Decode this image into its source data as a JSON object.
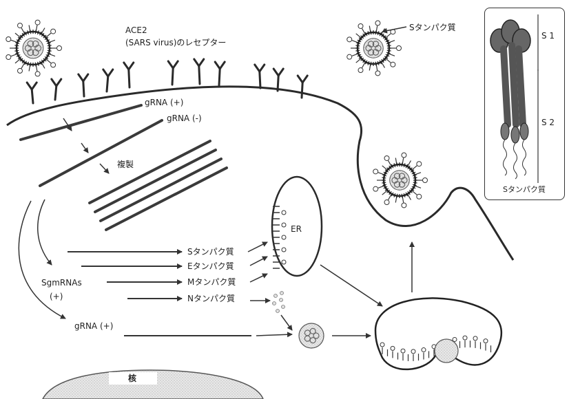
{
  "labels": {
    "ace2_title": "ACE2",
    "ace2_sub": "(SARS virus)のレセプター",
    "spike_pointer": "Sタンパク質",
    "grna_plus_top": "gRNA (+)",
    "grna_minus": "gRNA (-)",
    "replication": "複製",
    "er": "ER",
    "s_protein": "Sタンパク質",
    "e_protein": "Eタンパク質",
    "m_protein": "Mタンパク質",
    "n_protein": "Nタンパク質",
    "sgmrnas": "SgmRNAs",
    "sgmrnas_sign": "(+)",
    "grna_plus_bottom": "gRNA (+)",
    "nucleus": "核"
  },
  "inset": {
    "s1": "S 1",
    "s2": "S 2",
    "caption": "Sタンパク質"
  }
}
